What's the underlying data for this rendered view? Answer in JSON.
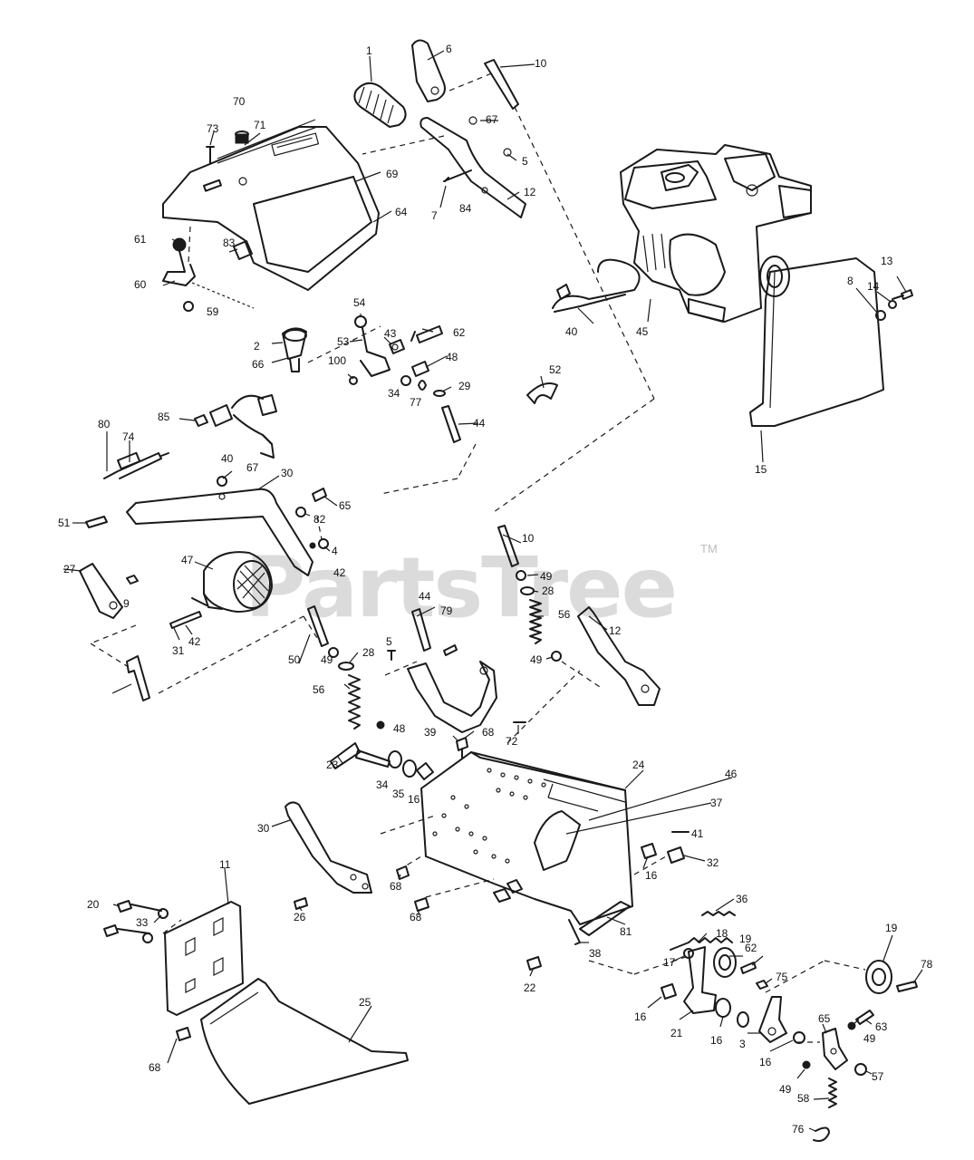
{
  "watermark": {
    "text": "PartsTree",
    "mark": "TM"
  },
  "callouts": [
    "1",
    "6",
    "10",
    "70",
    "71",
    "73",
    "67",
    "5",
    "69",
    "64",
    "7",
    "84",
    "12",
    "61",
    "83",
    "60",
    "59",
    "13",
    "8",
    "14",
    "45",
    "40",
    "15",
    "54",
    "2",
    "53",
    "43",
    "62",
    "66",
    "100",
    "48",
    "34",
    "77",
    "29",
    "52",
    "44",
    "85",
    "80",
    "74",
    "40",
    "67",
    "30",
    "65",
    "51",
    "82",
    "4",
    "42",
    "10",
    "49",
    "28",
    "47",
    "27",
    "9",
    "44",
    "79",
    "56",
    "12",
    "31",
    "42",
    "50",
    "5",
    "49",
    "28",
    "49",
    "56",
    "48",
    "39",
    "68",
    "72",
    "23",
    "34",
    "35",
    "16",
    "24",
    "46",
    "37",
    "41",
    "30",
    "16",
    "32",
    "11",
    "36",
    "20",
    "68",
    "33",
    "26",
    "68",
    "18",
    "81",
    "38",
    "19",
    "62",
    "19",
    "78",
    "17",
    "22",
    "75",
    "16",
    "21",
    "16",
    "3",
    "16",
    "65",
    "49",
    "63",
    "25",
    "49",
    "57",
    "68",
    "58",
    "76"
  ]
}
